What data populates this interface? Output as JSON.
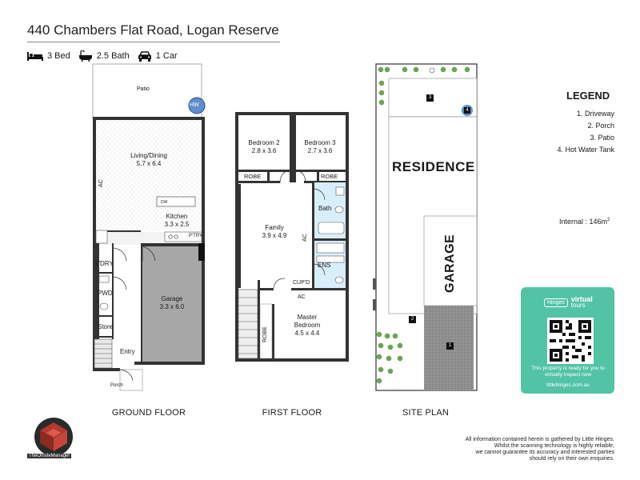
{
  "property": {
    "address": "440 Chambers Flat Road, Logan Reserve",
    "specs": [
      {
        "icon": "bed-icon",
        "label": "3 Bed"
      },
      {
        "icon": "bath-icon",
        "label": "2.5 Bath"
      },
      {
        "icon": "car-icon",
        "label": "1 Car"
      }
    ]
  },
  "ground_floor": {
    "caption": "GROUND FLOOR",
    "patio": "Patio",
    "hw": "HW",
    "living_name": "Living/Dining",
    "living_dim": "5.7 x 6.4",
    "ac": "AC",
    "dw": "DW",
    "kitchen_name": "Kitchen",
    "kitchen_dim": "3.3 x 2.5",
    "ptry": "P'TRY",
    "laundry": "L'DRY",
    "pwd": "PWD",
    "store": "Store",
    "garage_name": "Garage",
    "garage_dim": "3.3 x 6.0",
    "entry": "Entry",
    "porch": "Porch"
  },
  "first_floor": {
    "caption": "FIRST FLOOR",
    "bed2_name": "Bedroom 2",
    "bed2_dim": "2.8 x 3.6",
    "bed3_name": "Bedroom 3",
    "bed3_dim": "2.7 x 3.6",
    "robe_left": "ROBE",
    "robe_right": "ROBE",
    "bath": "Bath",
    "family_name": "Family",
    "family_dim": "3.9 x 4.9",
    "ac_family": "AC",
    "ens": "ENS",
    "cupd": "CUP'D",
    "ac_master": "AC",
    "master_name": "Master",
    "master_name2": "Bedroom",
    "master_dim": "4.5 x 4.4",
    "robe_master": "ROBE"
  },
  "site_plan": {
    "caption": "SITE PLAN",
    "residence": "RESIDENCE",
    "garage": "GARAGE",
    "markers": [
      "1",
      "2",
      "3",
      "4"
    ]
  },
  "legend": {
    "title": "LEGEND",
    "items": [
      "1. Driveway",
      "2. Porch",
      "3. Patio",
      "4. Hot Water Tank"
    ]
  },
  "internal_area": {
    "label": "Internal  : 146m",
    "sup": "2"
  },
  "virtual_tour": {
    "brand": "Hinges",
    "word1": "virtual",
    "word2": "tours",
    "note": "This property is ready for you to virtually inspect now",
    "url": "littlehinges.com.au",
    "bg_color": "#53c3a6"
  },
  "disclaimer": [
    "All information contained herein is gathered by Little Hinges.",
    "Whilst the scanning technology is highly reliable,",
    "we cannot guarantee its accuracy and interested parties",
    "should rely on their own enquiries."
  ],
  "logo": {
    "text": "TheOnsiteManager"
  }
}
